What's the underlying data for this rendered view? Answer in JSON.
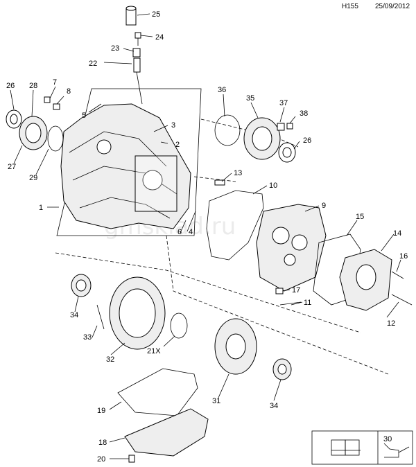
{
  "header": {
    "ref": "H155",
    "date": "25/09/2012"
  },
  "watermark": "gmsklad.ru",
  "callouts": [
    "1",
    "2",
    "3",
    "4",
    "5",
    "6",
    "7",
    "8",
    "9",
    "10",
    "11",
    "12",
    "13",
    "14",
    "15",
    "16",
    "17",
    "18",
    "19",
    "20",
    "21X",
    "22",
    "23",
    "24",
    "25",
    "26",
    "26",
    "27",
    "28",
    "29",
    "30",
    "31",
    "32",
    "33",
    "34",
    "34",
    "35",
    "36",
    "37",
    "38"
  ],
  "legend": {
    "oil_label": "30"
  },
  "icons": [
    "manual-book-wrench-icon",
    "oil-can-icon"
  ]
}
